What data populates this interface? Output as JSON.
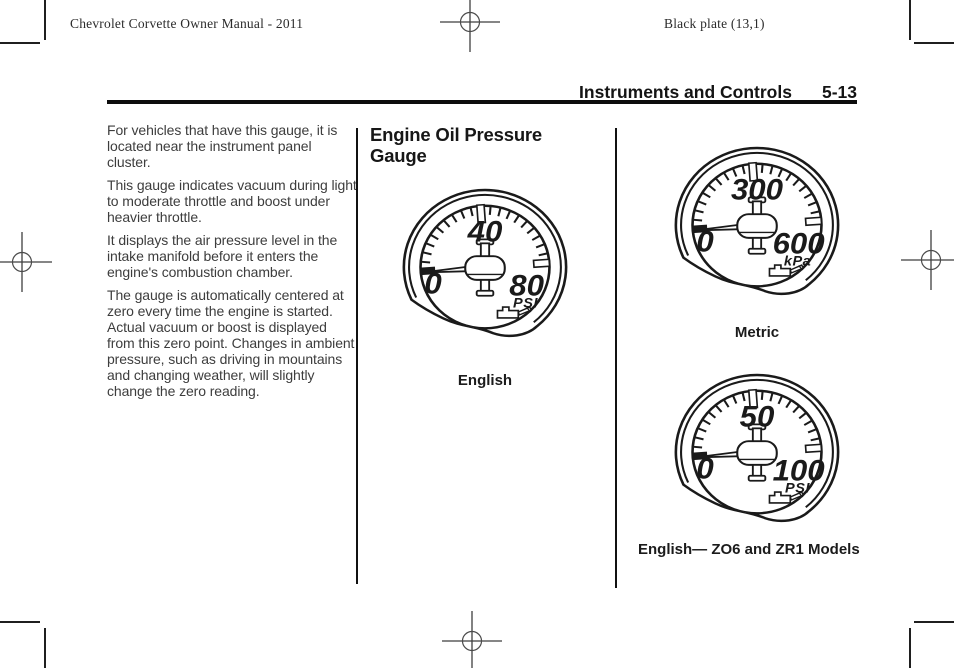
{
  "page": {
    "printer_header_left": "Chevrolet Corvette Owner Manual - 2011",
    "printer_header_right": "Black plate (13,1)",
    "section_title": "Instruments and Controls",
    "page_number": "5-13"
  },
  "left_column": {
    "paragraphs": [
      "For vehicles that have this gauge, it is located near the instrument panel cluster.",
      "This gauge indicates vacuum during light to moderate throttle and boost under heavier throttle.",
      "It displays the air pressure level in the intake manifold before it enters the engine's combustion chamber.",
      "The gauge is automatically centered at zero every time the engine is started. Actual vacuum or boost is displayed from this zero point. Changes in ambient pressure, such as driving in mountains and changing weather, will slightly change the zero reading."
    ]
  },
  "middle_column": {
    "heading": "Engine Oil Pressure Gauge"
  },
  "gauges": [
    {
      "top_value": "40",
      "left_value": "0",
      "right_value": "80",
      "unit": "PSI",
      "icon": "oil-can-icon",
      "caption": "English"
    },
    {
      "top_value": "300",
      "left_value": "0",
      "right_value": "600",
      "unit": "kPa",
      "icon": "oil-can-icon",
      "caption": "Metric"
    },
    {
      "top_value": "50",
      "left_value": "0",
      "right_value": "100",
      "unit": "PSI",
      "icon": "oil-can-icon",
      "caption": "English— ZO6 and ZR1 Models"
    }
  ],
  "colors": {
    "ink": "#1a1a1a",
    "body_text": "#3d3d3d",
    "rule": "#0d0d0d"
  }
}
